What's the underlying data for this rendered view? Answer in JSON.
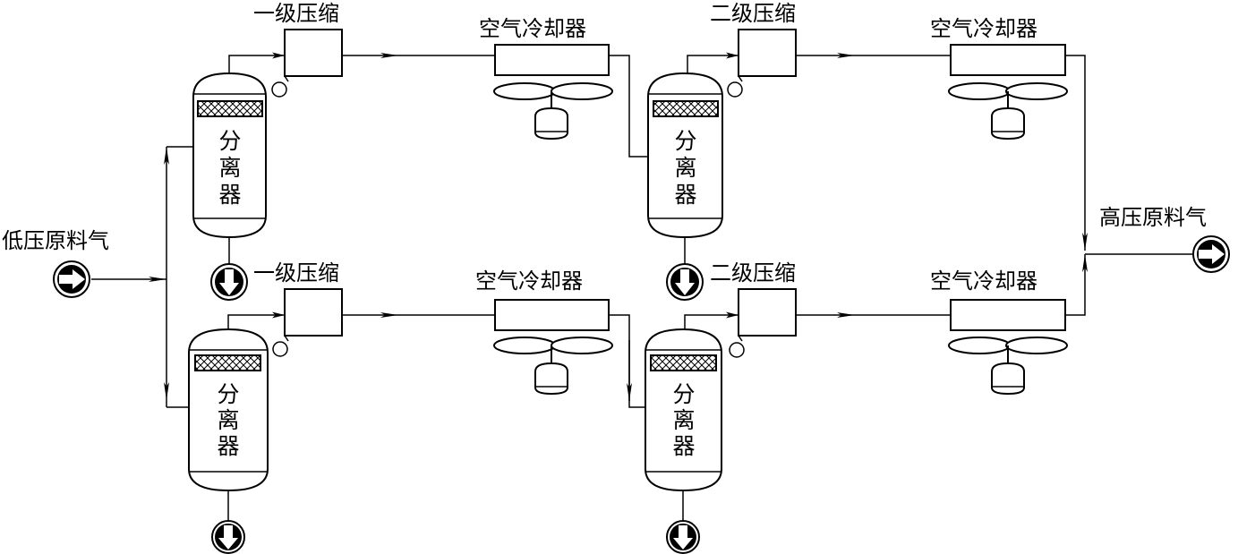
{
  "labels": {
    "inlet": "低压原料气",
    "outlet": "高压原料气",
    "stage1": "一级压缩",
    "stage2": "二级压缩",
    "cooler": "空气冷却器",
    "separator_chars": [
      "分",
      "离",
      "器"
    ]
  },
  "colors": {
    "line": "#000000",
    "background": "#ffffff"
  },
  "icons": {
    "inlet_port": "arrow-right-circle-icon",
    "outlet_port": "arrow-right-circle-icon",
    "drain": "arrow-down-circle-icon",
    "cooler_fan": "fan-icon",
    "cooler_motor": "motor-icon",
    "demister": "mesh-pad-icon",
    "pump": "small-circle-icon"
  }
}
